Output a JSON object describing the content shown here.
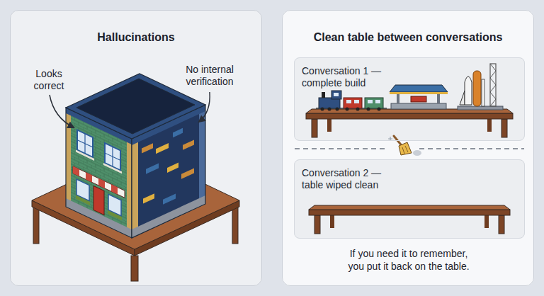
{
  "diagram": {
    "nodes": [
      {
        "text": [
          "Hallucinations"
        ]
      },
      {
        "text": [
          "Clean table between conversations",
          "If you need it to remember, you put it back on the table."
        ]
      },
      {
        "text": [
          "Conversation 1 — complete build"
        ],
        "in": 1
      },
      {
        "text": [
          "Conversation 2 — table wiped clean"
        ],
        "in": 1
      }
    ],
    "labels": [
      "Looks correct",
      "No internal verification"
    ]
  }
}
